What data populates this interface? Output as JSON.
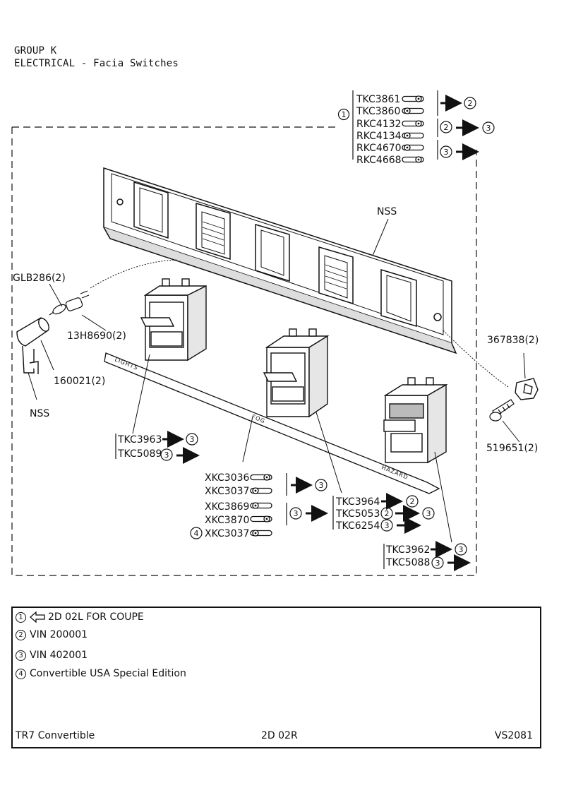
{
  "header": {
    "group": "GROUP K",
    "section": "ELECTRICAL - Facia Switches"
  },
  "labels": {
    "top_parts": [
      "TKC3861",
      "TKC3860",
      "RKC4132",
      "RKC4134",
      "RKC4670",
      "RKC4668"
    ],
    "nss_panel": "NSS",
    "nss_holder": "NSS",
    "glb": "GLB286(2)",
    "h8690": "13H8690(2)",
    "p160021": "160021(2)",
    "p367838": "367838(2)",
    "p519651": "519651(2)",
    "tkc3963": "TKC3963",
    "tkc5089": "TKC5089",
    "xkc3036": "XKC3036",
    "xkc3037": "XKC3037",
    "xkc3869": "XKC3869",
    "xkc3870": "XKC3870",
    "xkc3037b": "XKC3037",
    "tkc3964": "TKC3964",
    "tkc5053": "TKC5053",
    "tkc6254": "TKC6254",
    "tkc3962": "TKC3962",
    "tkc5088": "TKC5088",
    "strip_lights": "LIGHTS",
    "strip_fog": "FOG",
    "strip_hazard": "HAZARD",
    "n1": "1",
    "n2": "2",
    "n3": "3",
    "n4": "4"
  },
  "legend": {
    "items": [
      {
        "num": "1",
        "text": "2D 02L FOR COUPE"
      },
      {
        "num": "2",
        "text": "VIN 200001"
      },
      {
        "num": "3",
        "text": "VIN 402001"
      },
      {
        "num": "4",
        "text": "Convertible USA Special Edition"
      }
    ]
  },
  "footer": {
    "model": "TR7 Convertible",
    "page": "2D 02R",
    "ref": "VS2081"
  }
}
